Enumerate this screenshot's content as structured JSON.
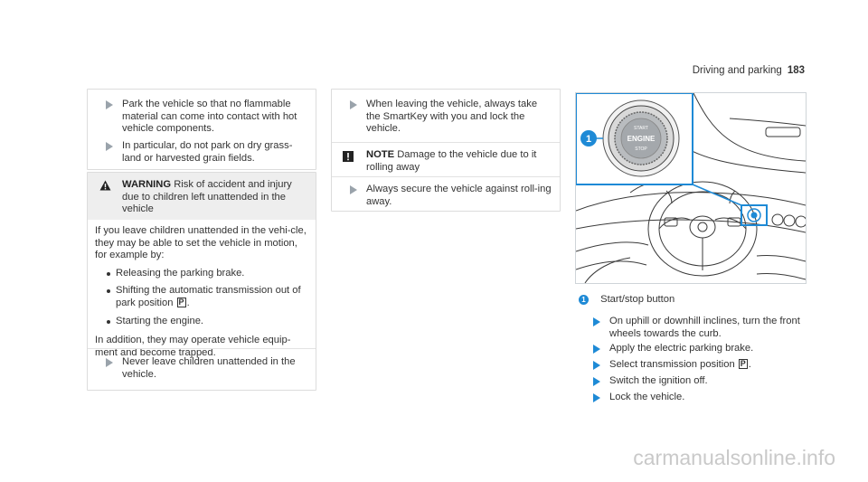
{
  "header": {
    "section": "Driving and parking",
    "page_number": "183"
  },
  "col1": {
    "steps": [
      "Park the vehicle so that no flammable material can come into contact with hot vehicle components.",
      "In particular, do not park on dry grass-land or harvested grain fields."
    ],
    "warning": {
      "label": "WARNING",
      "title": "Risk of accident and injury due to children left unattended in the vehicle",
      "intro": "If you leave children unattended in the vehi-cle, they may be able to set the vehicle in motion, for example by:",
      "bullets": [
        "Releasing the parking brake.",
        "Shifting the automatic transmission out of park position",
        "Starting the engine."
      ],
      "bullet2_symbol": "P",
      "outro": "In addition, they may operate vehicle equip-ment and become trapped.",
      "step": "Never leave children unattended in the vehicle."
    }
  },
  "col2": {
    "step1": "When leaving the vehicle, always take the SmartKey with you and lock the vehicle.",
    "note": {
      "label": "NOTE",
      "text": "Damage to the vehicle due to it rolling away",
      "step": "Always secure the vehicle against roll-ing away."
    }
  },
  "col3": {
    "image": {
      "callout": "1",
      "button_lines": [
        "START",
        "ENGINE",
        "STOP"
      ]
    },
    "caption_num": "1",
    "caption": "Start/stop button",
    "steps": [
      "On uphill or downhill inclines, turn the front wheels towards the curb.",
      "Apply the electric parking brake.",
      "Select transmission position",
      "Switch the ignition off.",
      "Lock the vehicle."
    ],
    "step3_symbol": "P"
  },
  "watermark": "carmanualsonline.info",
  "colors": {
    "accent": "#1e8ad6",
    "arrow": "#9aa3ab",
    "warning_bg": "#eeeeee"
  }
}
